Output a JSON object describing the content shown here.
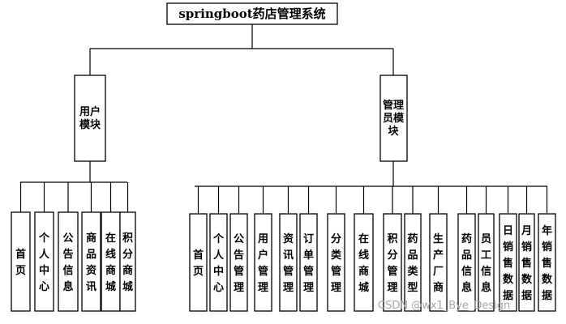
{
  "title": "springboot药店管理系统",
  "modules": [
    {
      "label": "用户模块",
      "items": [
        "首页",
        "个人中心",
        "公告信息",
        "商品资讯",
        "在线商城",
        "积分商城"
      ]
    },
    {
      "label": "管理员模块",
      "items": [
        "首页",
        "个人中心",
        "公告管理",
        "用户管理",
        "资讯管理",
        "订单管理",
        "分类管理",
        "在线商城",
        "积分管理",
        "药品类型",
        "生产厂商",
        "药品信息",
        "员工信息",
        "日销售数据",
        "月销售数据",
        "年销售数据"
      ]
    }
  ],
  "watermark": "CSDN @wx1_Bye_Design"
}
